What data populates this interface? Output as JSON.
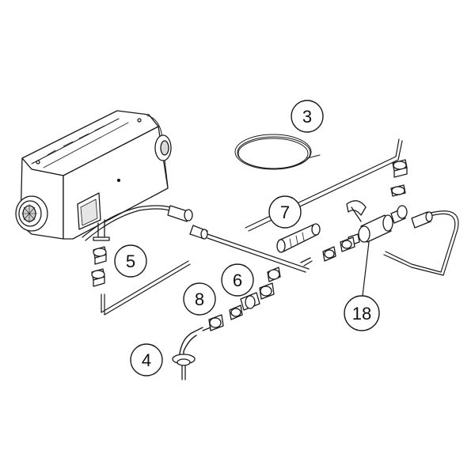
{
  "diagram": {
    "callouts": [
      {
        "id": "c3",
        "label": "3",
        "part": "fuel-line-coil"
      },
      {
        "id": "c7",
        "label": "7",
        "part": "fuel-filter"
      },
      {
        "id": "c5",
        "label": "5",
        "part": "hose-clamps"
      },
      {
        "id": "c6",
        "label": "6",
        "part": "fuel-connector"
      },
      {
        "id": "c8",
        "label": "8",
        "part": "hose-clamp"
      },
      {
        "id": "c18",
        "label": "18",
        "part": "fuel-pump"
      },
      {
        "id": "c4",
        "label": "4",
        "part": "fuel-standpipe"
      }
    ],
    "colors": {
      "line": "#1a1a1a",
      "fill": "#ffffff",
      "shade": "#d9d9d9"
    }
  }
}
